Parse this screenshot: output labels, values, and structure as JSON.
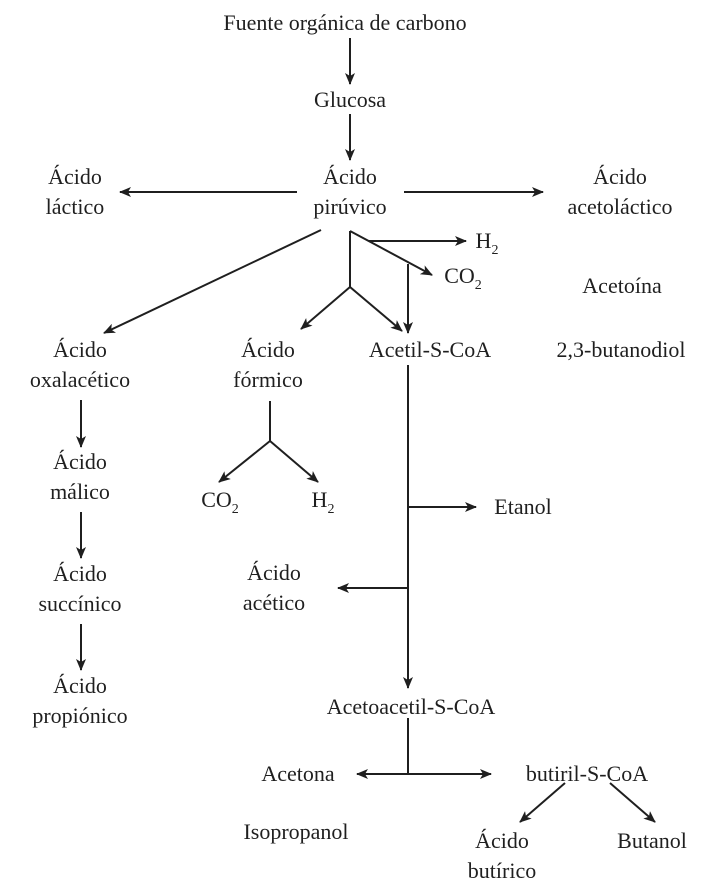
{
  "diagram": {
    "title": "Rutas metabólicas de fermentación desde una fuente orgánica de carbono",
    "nodes": {
      "fuente": {
        "lines": [
          "Fuente orgánica de carbono"
        ]
      },
      "glucosa": {
        "lines": [
          "Glucosa"
        ]
      },
      "piruvico": {
        "lines": [
          "Ácido",
          "pirúvico"
        ]
      },
      "lactico": {
        "lines": [
          "Ácido",
          "láctico"
        ]
      },
      "acetolactico": {
        "lines": [
          "Ácido",
          "acetoláctico"
        ]
      },
      "h2_top": {
        "base": "H",
        "sub": "2"
      },
      "co2_top": {
        "base": "CO",
        "sub": "2"
      },
      "acetoina": {
        "lines": [
          "Acetoína"
        ]
      },
      "butanodiol": {
        "lines": [
          "2,3-butanodiol"
        ]
      },
      "oxalacetico": {
        "lines": [
          "Ácido",
          "oxalacético"
        ]
      },
      "formico": {
        "lines": [
          "Ácido",
          "fórmico"
        ]
      },
      "acetil": {
        "lines": [
          "Acetil-S-CoA"
        ]
      },
      "malico": {
        "lines": [
          "Ácido",
          "málico"
        ]
      },
      "succinico": {
        "lines": [
          "Ácido",
          "succínico"
        ]
      },
      "propionico": {
        "lines": [
          "Ácido",
          "propiónico"
        ]
      },
      "co2_formico": {
        "base": "CO",
        "sub": "2"
      },
      "h2_formico": {
        "base": "H",
        "sub": "2"
      },
      "etanol": {
        "lines": [
          "Etanol"
        ]
      },
      "acetico": {
        "lines": [
          "Ácido",
          "acético"
        ]
      },
      "acetoacetil": {
        "lines": [
          "Acetoacetil-S-CoA"
        ]
      },
      "acetona": {
        "lines": [
          "Acetona"
        ]
      },
      "isopropanol": {
        "lines": [
          "Isopropanol"
        ]
      },
      "butiril": {
        "lines": [
          "butiril-S-CoA"
        ]
      },
      "butirico": {
        "lines": [
          "Ácido",
          "butírico"
        ]
      },
      "butanol": {
        "lines": [
          "Butanol"
        ]
      }
    },
    "edges": [
      {
        "from": "fuente",
        "to": "glucosa"
      },
      {
        "from": "glucosa",
        "to": "piruvico"
      },
      {
        "from": "piruvico",
        "to": "lactico"
      },
      {
        "from": "piruvico",
        "to": "acetolactico"
      },
      {
        "from": "piruvico",
        "to": "oxalacetico"
      },
      {
        "from": "piruvico",
        "to": "h2_top"
      },
      {
        "from": "piruvico",
        "to": "co2_top"
      },
      {
        "from": "piruvico",
        "to": "acetil"
      },
      {
        "from": "piruvico",
        "to": "formico"
      },
      {
        "from": "oxalacetico",
        "to": "malico"
      },
      {
        "from": "malico",
        "to": "succinico"
      },
      {
        "from": "succinico",
        "to": "propionico"
      },
      {
        "from": "formico",
        "to": "co2_formico"
      },
      {
        "from": "formico",
        "to": "h2_formico"
      },
      {
        "from": "acetil",
        "to": "etanol"
      },
      {
        "from": "acetil",
        "to": "acetico"
      },
      {
        "from": "acetil",
        "to": "acetoacetil"
      },
      {
        "from": "acetoacetil",
        "to": "acetona"
      },
      {
        "from": "acetoacetil",
        "to": "butiril"
      },
      {
        "from": "butiril",
        "to": "butirico"
      },
      {
        "from": "butiril",
        "to": "butanol"
      }
    ],
    "colors": {
      "ink": "#1f1f1f",
      "background": "#ffffff"
    }
  }
}
